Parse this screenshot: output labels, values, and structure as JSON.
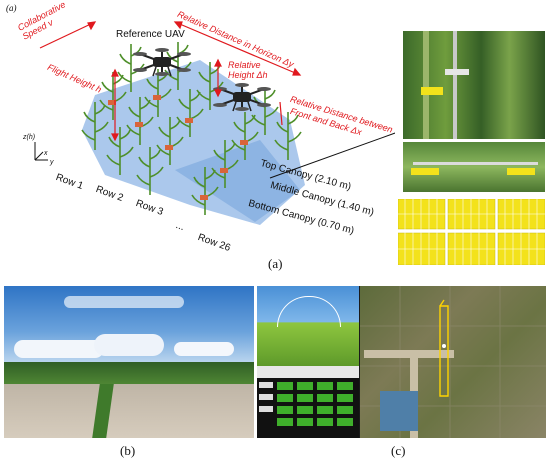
{
  "panel_a": {
    "tag": "(a)",
    "labels": {
      "collaborative_speed": "Collaborative Speed v",
      "reference_uav": "Reference UAV",
      "relative_distance_horizon": "Relative Distance in Horizon Δy",
      "flight_height": "Flight Height h",
      "relative_height": "Relative Height Δh",
      "relative_distance_fb_line1": "Relative Distance between",
      "relative_distance_fb_line2": "Front and Back Δx"
    },
    "axis": {
      "z": "z(h)",
      "x": "x",
      "y": "y"
    },
    "rows": [
      "Row 1",
      "Row 2",
      "Row 3",
      "...",
      "Row 26"
    ],
    "canopy": [
      "Top Canopy (2.10 m)",
      "Middle Canopy (1.40 m)",
      "Bottom Canopy (0.70 m)"
    ],
    "caption": "(a)"
  },
  "panel_b": {
    "caption": "(b)"
  },
  "panel_c": {
    "caption": "(c)"
  },
  "colors": {
    "annotation_red": "#e0191e",
    "canopy_blue": "#8fb6e6",
    "card_yellow": "#f3e21b"
  }
}
